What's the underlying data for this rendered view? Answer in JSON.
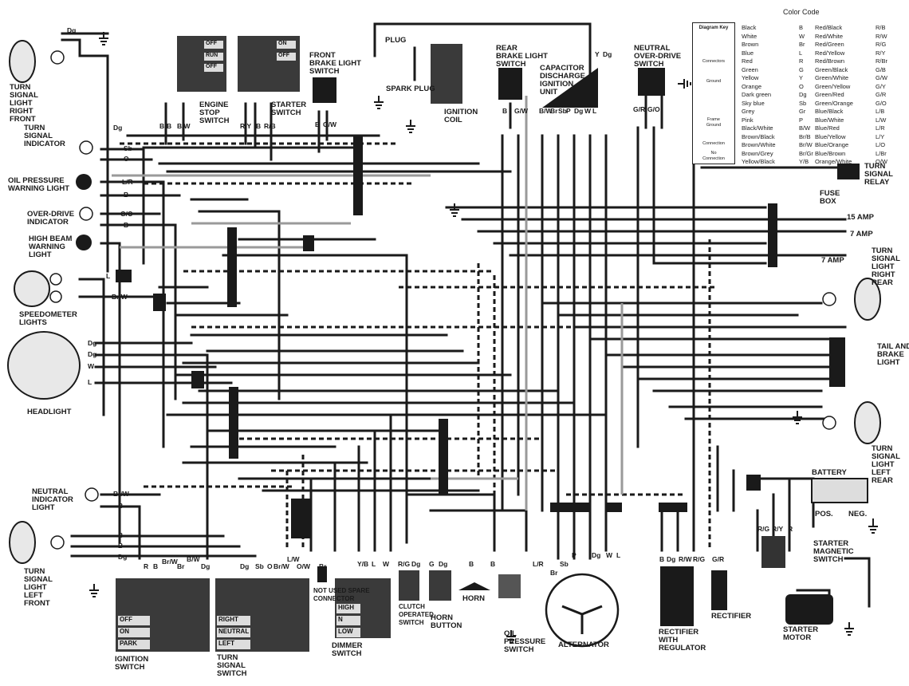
{
  "components": {
    "turn_signal_right_front": "TURN\nSIGNAL\nLIGHT\nRIGHT\nFRONT",
    "turn_signal_indicator": "TURN\nSIGNAL\nINDICATOR",
    "oil_pressure_warning": "OIL PRESSURE\nWARNING LIGHT",
    "overdrive_indicator": "OVER-DRIVE\nINDICATOR",
    "high_beam_warning": "HIGH BEAM\nWARNING\nLIGHT",
    "speedometer_lights": "SPEEDOMETER\nLIGHTS",
    "headlight": "HEADLIGHT",
    "neutral_indicator": "NEUTRAL\nINDICATOR\nLIGHT",
    "turn_signal_left_front": "TURN\nSIGNAL\nLIGHT\nLEFT\nFRONT",
    "engine_stop_switch": "ENGINE\nSTOP\nSWITCH",
    "starter_switch": "STARTER\nSWITCH",
    "front_brake_switch": "FRONT\nBRAKE LIGHT\nSWITCH",
    "plug_top": "PLUG",
    "spark_plug": "SPARK PLUG",
    "ignition_coil": "IGNITION\nCOIL",
    "rear_brake_switch": "REAR\nBRAKE LIGHT\nSWITCH",
    "cdi_unit": "CAPACITOR\nDISCHARGE\nIGNITION\nUNIT",
    "neutral_overdrive_switch": "NEUTRAL\nOVER-DRIVE\nSWITCH",
    "turn_signal_relay": "TURN\nSIGNAL\nRELAY",
    "fuse_box": "FUSE\nBOX",
    "fuse_15": "15 AMP",
    "fuse_7a": "7 AMP",
    "fuse_7b": "7 AMP",
    "turn_signal_right_rear": "TURN\nSIGNAL\nLIGHT\nRIGHT\nREAR",
    "tail_brake_light": "TAIL AND\nBRAKE\nLIGHT",
    "turn_signal_left_rear": "TURN\nSIGNAL\nLIGHT\nLEFT\nREAR",
    "battery": "BATTERY",
    "battery_pos": "POS.",
    "battery_neg": "NEG.",
    "starter_magnetic_switch": "STARTER\nMAGNETIC\nSWITCH",
    "starter_motor": "STARTER\nMOTOR",
    "rectifier": "RECTIFIER",
    "rectifier_regulator": "RECTIFIER\nWITH\nREGULATOR",
    "alternator": "ALTERNATOR",
    "oil_pressure_switch": "OIL\nPRESSURE\nSWITCH",
    "horn": "HORN",
    "horn_button": "HORN\nBUTTON",
    "clutch_switch": "CLUTCH\nOPERATED\nSWITCH",
    "dimmer_switch": "DIMMER\nSWITCH",
    "spare_connector": "NOT USED SPARE\nCONNECTOR",
    "turn_signal_switch": "TURN\nSIGNAL\nSWITCH",
    "ignition_switch": "IGNITION\nSWITCH"
  },
  "switch_labels": {
    "engine_stop": [
      "OFF",
      "RUN",
      "OFF"
    ],
    "starter": [
      "ON",
      "OFF"
    ],
    "ignition": [
      "OFF",
      "ON",
      "PARK"
    ],
    "turn_signal": [
      "RIGHT",
      "NEUTRAL",
      "LEFT"
    ],
    "dimmer": [
      "HIGH",
      "N",
      "LOW"
    ]
  },
  "wire_labels": {
    "dg_top": "Dg",
    "sb": "Sb",
    "o": "O",
    "lr": "L/R",
    "b1": "B",
    "go": "G/O",
    "b2": "B",
    "dg_mid": "Dg",
    "l": "L",
    "brw": "Br/W",
    "dg_h1": "Dg",
    "dg_h2": "Dg",
    "w_h": "W",
    "l_h": "L",
    "brw2": "Br/W",
    "b_n": "B",
    "b_l1": "B",
    "b_l2": "B",
    "dg_l": "Dg",
    "es_b1": "B",
    "es_b2": "B",
    "es_bw": "B/W",
    "st_ry": "R/Y",
    "st_b": "B",
    "st_rb": "R/B",
    "fb_b": "B",
    "fb_gw": "G/W",
    "rb_b": "B",
    "rb_gw": "G/W",
    "cdi_bw": "B/W",
    "cdi_br": "Br",
    "cdi_sb": "Sb",
    "cdi_p": "P",
    "cdi_dg": "Dg",
    "cdi_w": "W",
    "cdi_l": "L",
    "y": "Y",
    "dg_c": "Dg",
    "ns_gr": "G/R",
    "ns_go": "G/O",
    "ign_r": "R",
    "ign_b": "B",
    "ign_brw": "Br/W",
    "ign_br": "Br",
    "ts_bw": "B/W",
    "ts_dg": "Dg",
    "ts_dg2": "Dg",
    "ts_sb": "Sb",
    "ts_o": "O",
    "ts_brw": "Br/W",
    "ts_lw": "L/W",
    "ts_ow": "O/W",
    "sp_br": "Br",
    "dm_yb": "Y/B",
    "dm_l": "L",
    "dm_w": "W",
    "cl_rg": "R/G",
    "cl_dg": "Dg",
    "hb_g": "G",
    "hb_dg": "Dg",
    "hn_b1": "B",
    "hn_b2": "B",
    "lr_alt": "L/R",
    "alt_br": "Br",
    "alt_sb": "Sb",
    "alt_p": "P",
    "alt_dg": "Dg",
    "alt_w": "W",
    "alt_l": "L",
    "rr_b": "B",
    "rr_dg": "Dg",
    "rr_rw": "R/W",
    "rr_rg": "R/G",
    "rect_gr": "G/R",
    "sm_rg": "R/G",
    "sm_ry": "R/Y",
    "sm_r": "R"
  },
  "color_code": {
    "title": "Color Code",
    "rows": [
      [
        "Black",
        "B",
        "Red/Black",
        "R/B"
      ],
      [
        "White",
        "W",
        "Red/White",
        "R/W"
      ],
      [
        "Brown",
        "Br",
        "Red/Green",
        "R/G"
      ],
      [
        "Blue",
        "L",
        "Red/Yellow",
        "R/Y"
      ],
      [
        "Red",
        "R",
        "Red/Brown",
        "R/Br"
      ],
      [
        "Green",
        "G",
        "Green/Black",
        "G/B"
      ],
      [
        "Yellow",
        "Y",
        "Green/White",
        "G/W"
      ],
      [
        "Orange",
        "O",
        "Green/Yellow",
        "G/Y"
      ],
      [
        "Dark green",
        "Dg",
        "Green/Red",
        "G/R"
      ],
      [
        "Sky blue",
        "Sb",
        "Green/Orange",
        "G/O"
      ],
      [
        "Grey",
        "Gr",
        "Blue/Black",
        "L/B"
      ],
      [
        "Pink",
        "P",
        "Blue/White",
        "L/W"
      ],
      [
        "Black/White",
        "B/W",
        "Blue/Red",
        "L/R"
      ],
      [
        "Brown/Black",
        "Br/B",
        "Blue/Yellow",
        "L/Y"
      ],
      [
        "Brown/White",
        "Br/W",
        "Blue/Orange",
        "L/O"
      ],
      [
        "Brown/Grey",
        "Br/Gr",
        "Blue/Brown",
        "L/Br"
      ],
      [
        "Yellow/Black",
        "Y/B",
        "Orange/White",
        "O/W"
      ]
    ]
  },
  "diagram_key": {
    "title": "Diagram Key",
    "connectors": "Connectors",
    "ground": "Ground",
    "frame": "Frame",
    "frame_ground": "Ground",
    "connection": "Connection",
    "no": "No",
    "no_connection": "Connection"
  },
  "colors": {
    "wire": "#1a1a1a",
    "grey_wire": "#9a9a9a",
    "switch_body": "#3a3a3a",
    "switch_cell": "#d8d8d8",
    "paper": "#ffffff"
  }
}
